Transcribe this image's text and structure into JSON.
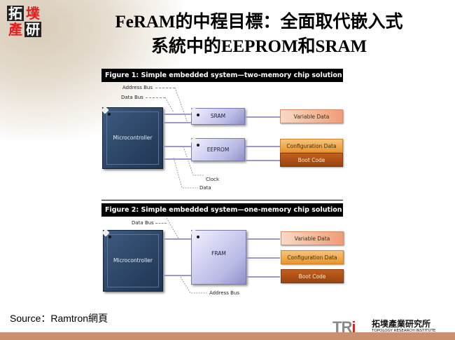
{
  "header": {
    "logo_chars": [
      "拓",
      "墣",
      "產",
      "研"
    ],
    "title_line1": "FeRAM的中程目標：全面取代嵌入式",
    "title_line2": "系統中的EEPROM和SRAM"
  },
  "figure1": {
    "title": "Figure 1:  Simple embedded system—two-memory chip solution",
    "labels": {
      "address_bus": "Address Bus",
      "data_bus": "Data Bus",
      "clock": "Clock",
      "data": "Data"
    },
    "microcontroller": "Microcontroller",
    "chips": [
      "SRAM",
      "EEPROM"
    ],
    "outputs": [
      "Variable Data",
      "Configuration Data",
      "Boot Code"
    ]
  },
  "figure2": {
    "title": "Figure 2:  Simple embedded system—one-memory chip solution",
    "labels": {
      "data_bus": "Data Bus",
      "address_bus": "Address Bus"
    },
    "microcontroller": "Microcontroller",
    "chip": "FRAM",
    "outputs": [
      "Variable Data",
      "Configuration Data",
      "Boot Code"
    ]
  },
  "footer": {
    "source": "Source：Ramtron網頁",
    "org_mark": "TR",
    "org_mark_i": "i",
    "org_name_cn": "拓墣產業研究所",
    "org_name_en": "TOPOLOGY RESEARCH INSTITUTE"
  },
  "colors": {
    "figure_bar": "#000000",
    "micro": "#2b4466",
    "memory_chip": "#b9b9e6",
    "variable_data": "#ef9d78",
    "configuration_data": "#e9952e",
    "boot_code": "#9a4310",
    "footer_bar": "#c9906b",
    "logo_red": "#e02020"
  }
}
